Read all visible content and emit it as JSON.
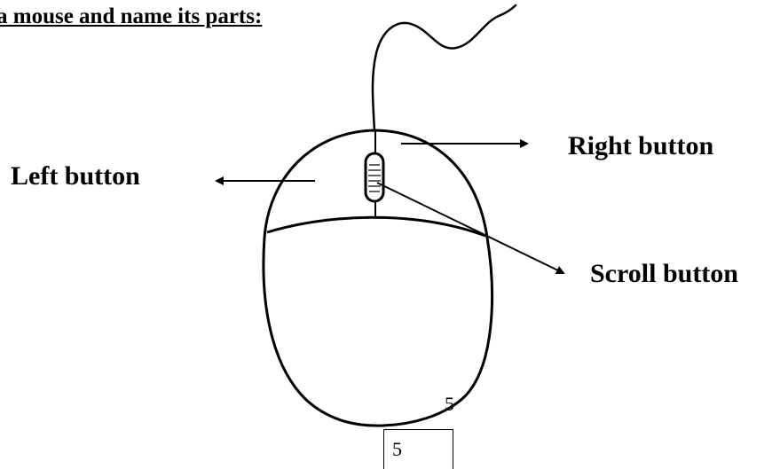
{
  "heading": "a mouse and name its parts:",
  "labels": {
    "left_button": "Left button",
    "right_button": "Right button",
    "scroll_button": "Scroll button"
  },
  "page_number_small": "5",
  "page_number_boxed": "5"
}
